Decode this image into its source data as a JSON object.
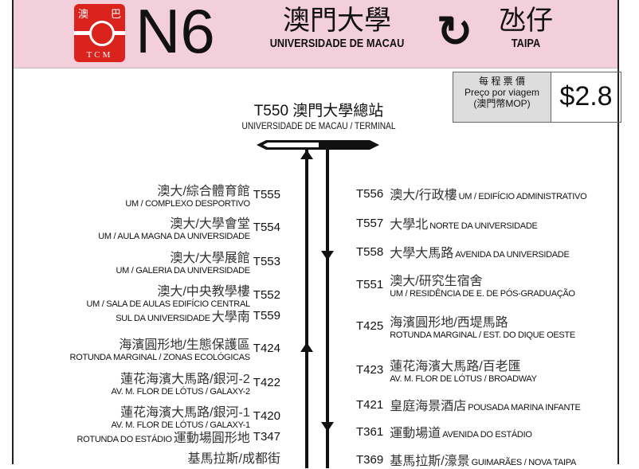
{
  "header": {
    "logo_chars": [
      "澳",
      "巴"
    ],
    "logo_text": "TCM",
    "route": "N6",
    "origin_zh": "澳門大學",
    "origin_pt": "UNIVERSIDADE DE MACAU",
    "loop_icon": "circular-arrow-icon",
    "loop_glyph": "↻",
    "dest_zh": "氹仔",
    "dest_pt": "TAIPA",
    "bg_color": "#f3cfdc"
  },
  "fare": {
    "label_zh": "每 程 票 價",
    "label_pt": "Preço por viagem",
    "currency": "(澳門幣MOP)",
    "value": "$2.8"
  },
  "terminal": {
    "zh": "T550 澳門大學總站",
    "pt": "UNIVERSIDADE DE MACAU / TERMINAL"
  },
  "left_stops": [
    {
      "code": "T555",
      "zh": "澳大/綜合體育館",
      "pt": "UM / COMPLEXO DESPORTIVO"
    },
    {
      "code": "T554",
      "zh": "澳大/大學會堂",
      "pt": "UM / AULA MAGNA DA UNIVERSIDADE"
    },
    {
      "code": "T553",
      "zh": "澳大/大學展館",
      "pt": "UM / GALERIA DA UNIVERSIDADE"
    },
    {
      "code": "T552",
      "zh": "澳大/中央教學樓",
      "pt": "UM / SALA DE AULAS EDIFÍCIO CENTRAL"
    },
    {
      "code": "T559",
      "zh": "大學南",
      "pt": "SUL DA UNIVERSIDADE"
    },
    {
      "code": "T424",
      "zh": "海濱圓形地/生態保護區",
      "pt": "ROTUNDA MARGINAL / ZONAS ECOLÓGICAS"
    },
    {
      "code": "T422",
      "zh": "蓮花海濱大馬路/銀河-2",
      "pt": "AV. M. FLOR DE LÓTUS / GALAXY-2"
    },
    {
      "code": "T420",
      "zh": "蓮花海濱大馬路/銀河-1",
      "pt": "AV. M. FLOR DE LÓTUS / GALAXY-1"
    },
    {
      "code": "T347",
      "zh": "運動場圓形地",
      "pt": "ROTUNDA DO ESTÁDIO"
    },
    {
      "zh": "基馬拉斯/成都街"
    }
  ],
  "right_stops": [
    {
      "code": "T556",
      "zh": "澳大/行政樓",
      "pt": "UM / EDIFÍCIO ADMINISTRATIVO"
    },
    {
      "code": "T557",
      "zh": "大學北",
      "pt": "NORTE DA UNIVERSIDADE"
    },
    {
      "code": "T558",
      "zh": "大學大馬路",
      "pt": "AVENIDA DA UNIVERSIDADE"
    },
    {
      "code": "T551",
      "zh": "澳大/研究生宿舍",
      "pt": "UM / RESIDÊNCIA DE E. DE PÓS-GRADUAÇÃO"
    },
    {
      "code": "T425",
      "zh": "海濱圓形地/西堤馬路",
      "pt": "ROTUNDA MARGINAL /  EST. DO DIQUE OESTE"
    },
    {
      "code": "T423",
      "zh": "蓮花海濱大馬路/百老匯",
      "pt": "AV. M. FLOR DE LÓTUS / BROADWAY"
    },
    {
      "code": "T421",
      "zh": "皇庭海景酒店",
      "pt": "POUSADA MARINA INFANTE"
    },
    {
      "code": "T361",
      "zh": "運動場道",
      "pt": "AVENIDA DO ESTÁDIO"
    },
    {
      "code": "T369",
      "zh": "基馬拉斯/濠景",
      "pt": "GUIMARÃES / NOVA TAIPA"
    }
  ]
}
